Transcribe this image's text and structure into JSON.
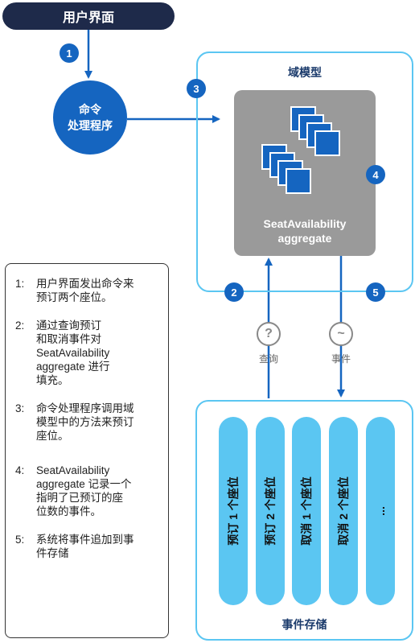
{
  "ui_header": {
    "label": "用户界面"
  },
  "command_handler": {
    "line1": "命令",
    "line2": "处理程序"
  },
  "domain": {
    "title": "域模型",
    "aggregate": {
      "line1": "SeatAvailability",
      "line2": "aggregate"
    }
  },
  "badges": [
    "1",
    "2",
    "3",
    "4",
    "5"
  ],
  "query": {
    "symbol": "?",
    "label": "查询"
  },
  "event": {
    "symbol": "~",
    "label": "事件"
  },
  "event_store": {
    "title": "事件存储",
    "columns": [
      "预订 1 个座位",
      "预订 2 个座位",
      "取消 1 个座位",
      "取消 2 个座位",
      "..."
    ]
  },
  "notes": [
    {
      "num": "1:",
      "text": "用户界面发出命令来\n预订两个座位。"
    },
    {
      "num": "2:",
      "text": "通过查询预订\n和取消事件对\nSeatAvailability\naggregate 进行\n填充。"
    },
    {
      "num": "3:",
      "text": "命令处理程序调用域\n模型中的方法来预订\n座位。"
    },
    {
      "num": "4:",
      "text": "SeatAvailability\naggregate 记录一个\n指明了已预订的座\n位数的事件。"
    },
    {
      "num": "5:",
      "text": "系统将事件追加到事\n件存储"
    }
  ],
  "colors": {
    "navy": "#1e2a4a",
    "blue": "#1565c0",
    "light_blue": "#5bc6f2",
    "gray": "#9a9a9a"
  }
}
